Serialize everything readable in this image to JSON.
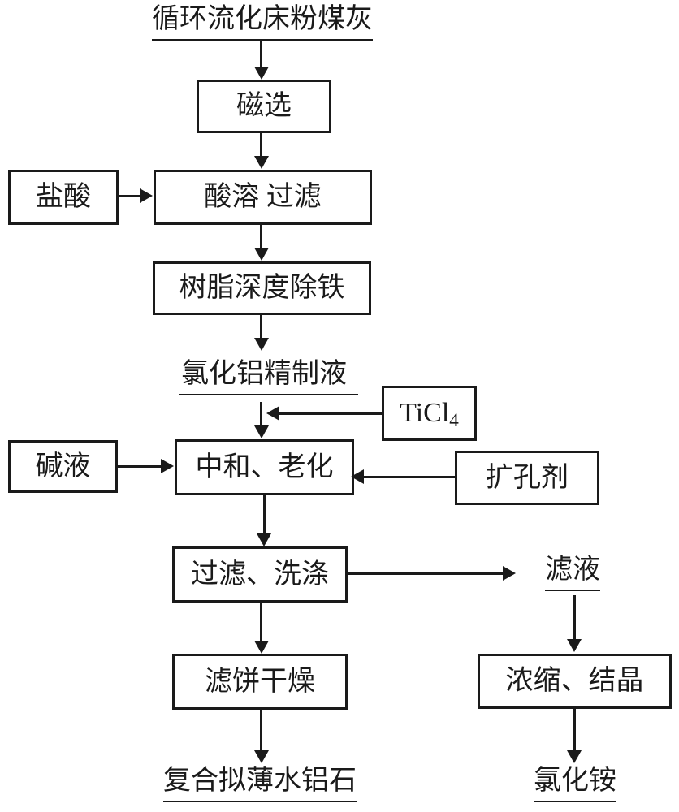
{
  "diagram": {
    "title": "循环流化床粉煤灰",
    "colors": {
      "line": "#1a1a1a",
      "text": "#1a1a1a",
      "background": "#ffffff"
    },
    "boxes": {
      "magnetic_separation": "磁选",
      "hydrochloric_acid": "盐酸",
      "acid_dissolve_filter": "酸溶 过滤",
      "resin_deep_iron_removal": "树脂深度除铁",
      "ticl4": {
        "base": "TiCl",
        "sub": "4"
      },
      "alkali_solution": "碱液",
      "neutralize_age": "中和、老化",
      "pore_expander": "扩孔剂",
      "filter_wash": "过滤、洗涤",
      "cake_drying": "滤饼干燥",
      "concentrate_crystallize": "浓缩、结晶"
    },
    "labels": {
      "refined_aluminum_chloride": "氯化铝精制液",
      "filtrate": "滤液",
      "product_main": "复合拟薄水铝石",
      "product_side": "氯化铵"
    }
  }
}
